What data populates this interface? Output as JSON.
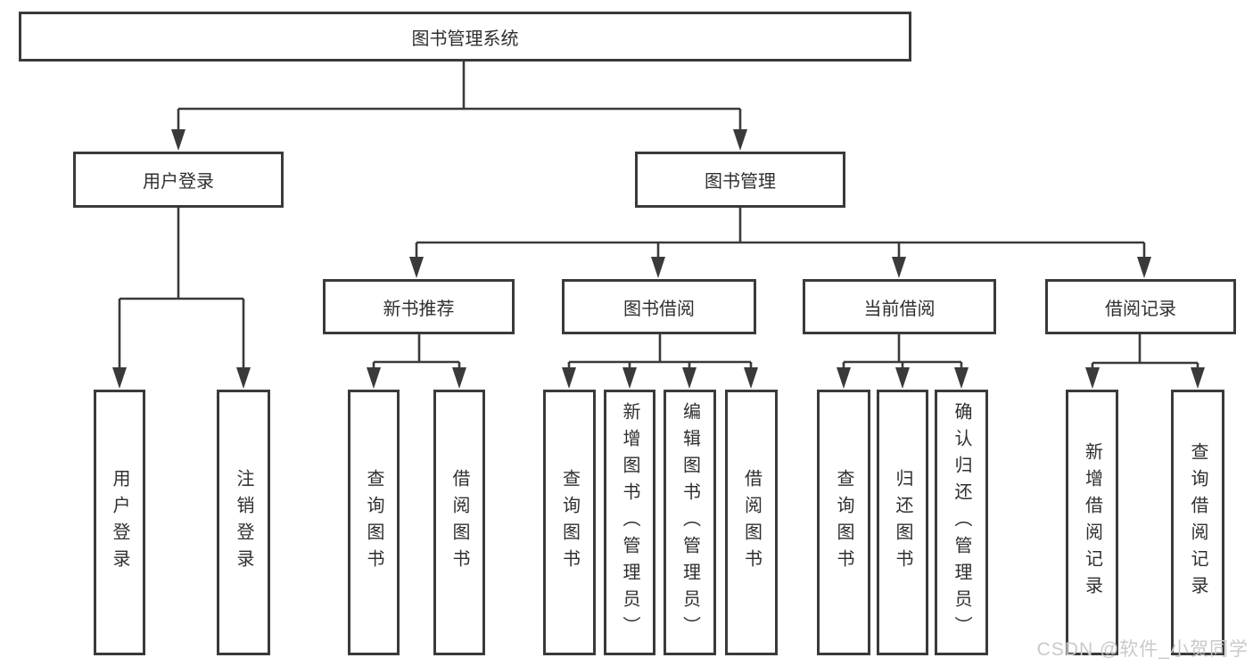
{
  "title": "图书管理系统",
  "level2": {
    "user_login": "用户登录",
    "book_mgmt": "图书管理"
  },
  "level3": {
    "new_books": "新书推荐",
    "book_borrow": "图书借阅",
    "current_borrow": "当前借阅",
    "borrow_records": "借阅记录"
  },
  "leaves": {
    "user_login": [
      "用户登录",
      "注销登录"
    ],
    "new_books": [
      "查询图书",
      "借阅图书"
    ],
    "book_borrow": [
      "查询图书",
      "新增图书（管理员）",
      "编辑图书（管理员）",
      "借阅图书"
    ],
    "current_borrow": [
      "查询图书",
      "归还图书",
      "确认归还（管理员）"
    ],
    "borrow_records": [
      "新增借阅记录",
      "查询借阅记录"
    ]
  },
  "watermark": "CSDN @软件_小贺同学",
  "colors": {
    "line": "#3a3a3a",
    "text": "#2f2f2f",
    "watermark": "#c9c9c9",
    "background": "#ffffff"
  }
}
